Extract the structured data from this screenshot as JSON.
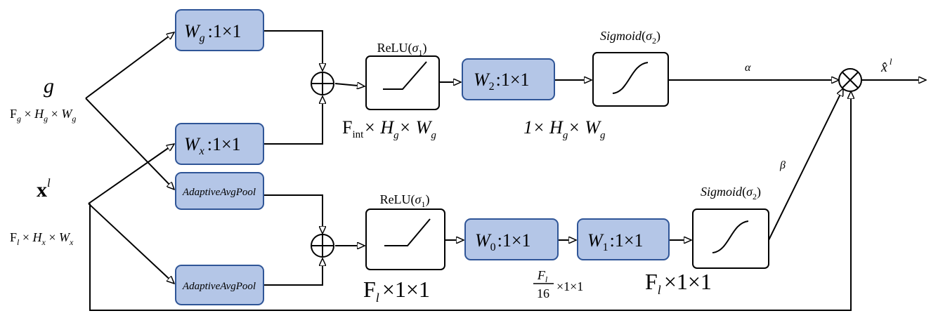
{
  "inputs": {
    "g": {
      "label": "g",
      "shape": {
        "F": "F",
        "Fsub": "g",
        "H": "H",
        "Hsub": "g",
        "W": "W",
        "Wsub": "g"
      }
    },
    "x": {
      "label": "x",
      "sup": "l",
      "shape": {
        "F": "F",
        "Fsub": "l",
        "H": "H",
        "Hsub": "x",
        "W": "W",
        "Wsub": "x"
      }
    }
  },
  "blocks": {
    "wg": {
      "W": "W",
      "sub": "g",
      "rest": ":1×1"
    },
    "wx": {
      "W": "W",
      "sub": "x",
      "rest": ":1×1"
    },
    "pool_top": {
      "label": "AdaptiveAvgPool"
    },
    "pool_bottom": {
      "label": "AdaptiveAvgPool"
    },
    "relu_top": {
      "label": "ReLU(",
      "sigma": "σ",
      "sub": "1",
      "close": ")"
    },
    "relu_bottom": {
      "label": "ReLU(",
      "sigma": "σ",
      "sub": "1",
      "close": ")"
    },
    "w2": {
      "W": "W",
      "sub": "2",
      "rest": ":1×1"
    },
    "w0": {
      "W": "W",
      "sub": "0",
      "rest": ":1×1"
    },
    "w1": {
      "W": "W",
      "sub": "1",
      "rest": ":1×1"
    },
    "sigmoid_top": {
      "label": "Sigmoid",
      "open": "(",
      "sigma": "σ",
      "sub": "2",
      "close": ")"
    },
    "sigmoid_bottom": {
      "label": "Sigmoid",
      "open": "(",
      "sigma": "σ",
      "sub": "2",
      "close": ")"
    }
  },
  "dims": {
    "fint": {
      "F": "F",
      "Fsub": "int",
      "H": "× H",
      "Hsub": "g",
      "W": "× W",
      "Wsub": "g"
    },
    "one_hg_wg": {
      "one": "1× H",
      "Hsub": "g",
      "W": "× W",
      "Wsub": "g"
    },
    "fl_1_1_left": {
      "F": "F",
      "sub": "l",
      "rest": "×1×1"
    },
    "fl_16": {
      "num": "F",
      "numsub": "l",
      "den": "16",
      "rest": "×1×1"
    },
    "fl_1_1_right": {
      "F": "F",
      "sub": "l",
      "rest": "×1×1"
    }
  },
  "edges": {
    "alpha": "α",
    "beta": "β"
  },
  "output": {
    "label": "x̂",
    "sup": "l"
  }
}
